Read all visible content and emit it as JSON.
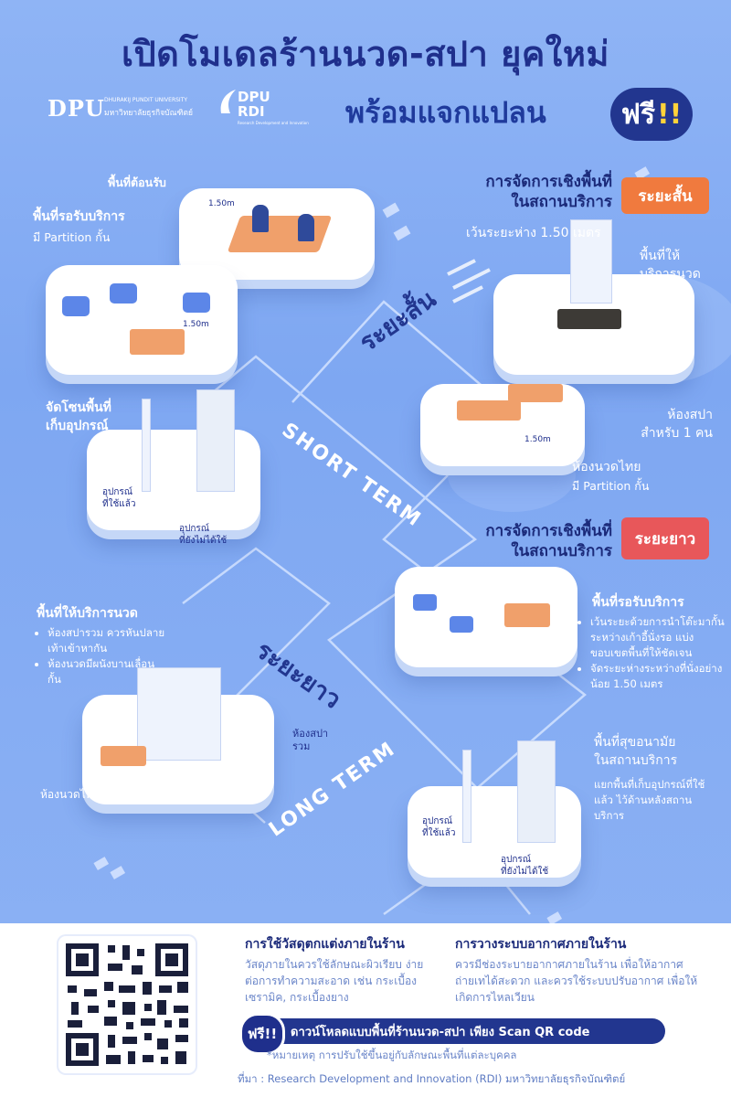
{
  "header": {
    "title": "เปิดโมเดลร้านนวด-สปา ยุคใหม่",
    "subtitle": "พร้อมแจกแปลน",
    "free_badge": "ฟรี",
    "free_bang": "!!",
    "logo_dpu": {
      "mark": "DPU",
      "line1": "DHURAKIJ PUNDIT UNIVERSITY",
      "line2": "มหาวิทยาลัยธุรกิจบัณฑิตย์"
    },
    "logo_rdi": {
      "line1": "DPU",
      "line2": "RDI",
      "small": "Research Development and Innovation"
    }
  },
  "short_term": {
    "heading_line1": "การจัดการเชิงพื้นที่",
    "heading_line2": "ในสถานบริการ",
    "tag": "ระยะสั้น",
    "distance_note": "เว้นระยะห่าง 1.50 เมตร",
    "route_th": "ระยะสั้น",
    "route_en": "SHORT TERM",
    "labels": {
      "reception": "พื้นที่ต้อนรับ",
      "waiting": "พื้นที่รอรับบริการ",
      "waiting_sub": "มี Partition กั้น",
      "storage": "จัดโซนพื้นที่",
      "storage2": "เก็บอุปกรณ์",
      "used": "อุปกรณ์",
      "used2": "ที่ใช้แล้ว",
      "unused": "อุปกรณ์",
      "unused2": "ที่ยังไม่ได้ใช้",
      "massage_area": "พื้นที่ให้",
      "massage_area2": "บริการนวด",
      "spa_room": "ห้องสปา",
      "spa_room2": "สำหรับ 1 คน",
      "thai_room": "ห้องนวดไทย",
      "thai_room_sub": "มี Partition กั้น",
      "dist1": "1.50m",
      "dist2": "1.50m",
      "dist3": "1.50m"
    }
  },
  "long_term": {
    "heading_line1": "การจัดการเชิงพื้นที่",
    "heading_line2": "ในสถานบริการ",
    "tag": "ระยะยาว",
    "route_th": "ระยะยาว",
    "route_en": "LONG TERM",
    "waiting_title": "พื้นที่รอรับบริการ",
    "waiting_points": [
      "เว้นระยะด้วยการนำโต๊ะมากั้นระหว่างเก้าอี้นั่งรอ แบ่งขอบเขตพื้นที่ให้ชัดเจน",
      "จัดระยะห่างระหว่างที่นั่งอย่างน้อย 1.50 เมตร"
    ],
    "massage_title": "พื้นที่ให้บริการนวด",
    "massage_points": [
      "ห้องสปารวม ควรหันปลายเท้าเข้าหากัน",
      "ห้องนวดมีผนังบานเลื่อนกั้น"
    ],
    "spa_shared": "ห้องสปา",
    "spa_shared2": "รวม",
    "thai_room": "ห้องนวดไทย",
    "hygiene_title": "พื้นที่สุขอนามัย",
    "hygiene_title2": "ในสถานบริการ",
    "hygiene_text": "แยกพื้นที่เก็บอุปกรณ์ที่ใช้แล้ว ไว้ด้านหลังสถานบริการ",
    "used": "อุปกรณ์",
    "used2": "ที่ใช้แล้ว",
    "unused": "อุปกรณ์",
    "unused2": "ที่ยังไม่ได้ใช้"
  },
  "bottom": {
    "materials_title": "การใช้วัสดุตกแต่งภายในร้าน",
    "materials_text": "วัสดุภายในควรใช้ลักษณะผิวเรียบ ง่ายต่อการทำความสะอาด เช่น กระเบื้องเซรามิค, กระเบื้องยาง",
    "air_title": "การวางระบบอากาศภายในร้าน",
    "air_text": "ควรมีช่องระบายอากาศภายในร้าน เพื่อให้อากาศถ่ายเทได้สะดวก และควรใช้ระบบปรับอากาศ เพื่อให้เกิดการไหลเวียน",
    "free": "ฟรี!!",
    "download": "ดาวน์โหลดแบบพื้นที่ร้านนวด-สปา เพียง Scan QR code",
    "note": "*หมายเหตุ การปรับใช้ขึ้นอยู่กับลักษณะพื้นที่แต่ละบุคคล",
    "source": "ที่มา : Research Development and Innovation (RDI) มหาวิทยาลัยธุรกิจบัณฑิตย์"
  },
  "colors": {
    "navy": "#1f2f8c",
    "orange": "#f07a3e",
    "red": "#e8575a",
    "bg": "#86adf3"
  }
}
